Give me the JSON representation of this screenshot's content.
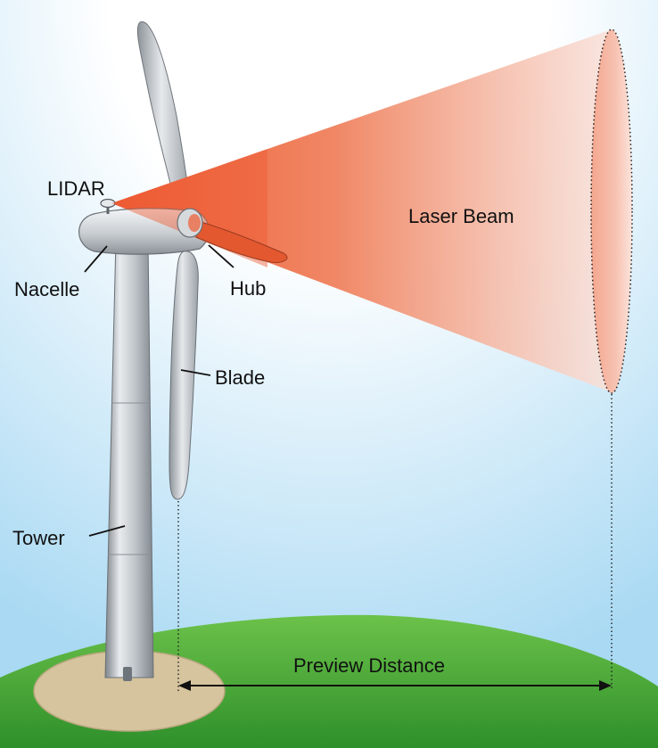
{
  "labels": {
    "lidar": "LIDAR",
    "nacelle": "Nacelle",
    "hub": "Hub",
    "blade": "Blade",
    "tower": "Tower",
    "laser_beam": "Laser Beam",
    "preview_distance": "Preview Distance"
  },
  "colors": {
    "sky_top": "#ffffff",
    "sky_bottom": "#a9d9f3",
    "beam": "#ee5a32",
    "beam_far": "#f7d8cf",
    "ground": "#49b33a",
    "ground_dark": "#2f8f2a",
    "pad": "#d6c49e",
    "metal": "#c9cdd2"
  }
}
